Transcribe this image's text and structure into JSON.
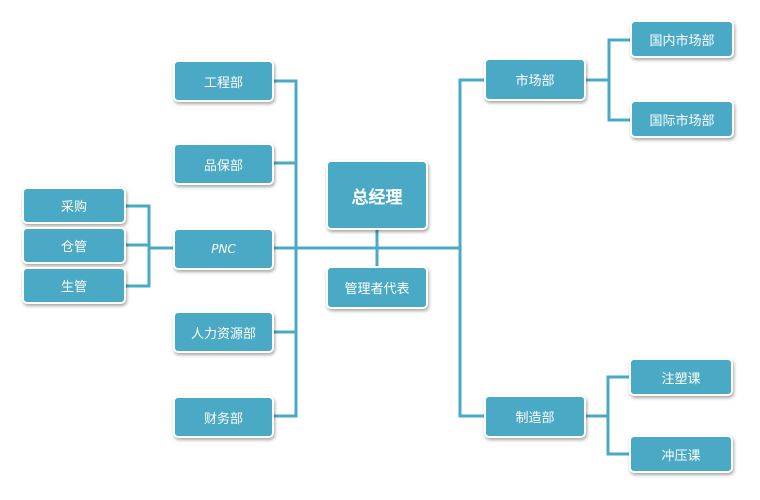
{
  "colors": {
    "node_fill": "#4aa9c4",
    "connector": "#4aa9c4",
    "text": "#ffffff",
    "background": "#ffffff"
  },
  "org": {
    "ceo": "总经理",
    "mgmt_rep": "管理者代表",
    "left_depts": {
      "engineering": "工程部",
      "quality": "品保部",
      "pnc": "PNC",
      "hr": "人力资源部",
      "finance": "财务部"
    },
    "pnc_children": {
      "purchasing": "采购",
      "warehouse": "仓管",
      "production": "生管"
    },
    "right_depts": {
      "market": "市场部",
      "manufacturing": "制造部"
    },
    "market_children": {
      "domestic": "国内市场部",
      "international": "国际市场部"
    },
    "manufacturing_children": {
      "injection": "注塑课",
      "stamping": "冲压课"
    }
  }
}
